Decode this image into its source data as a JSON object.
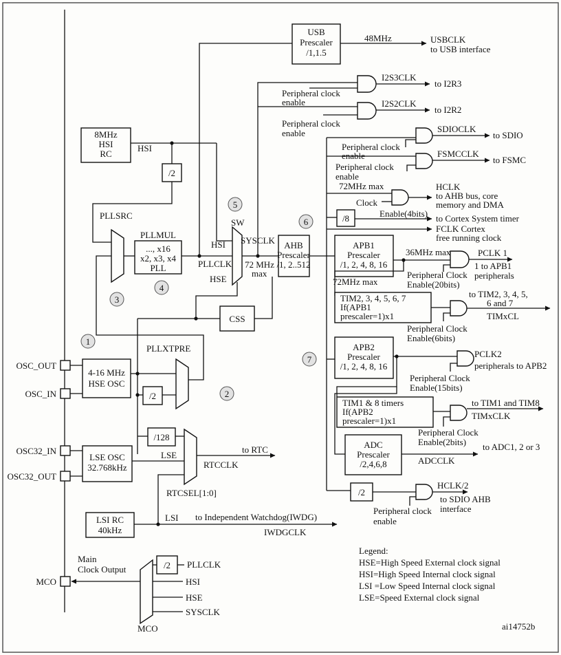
{
  "usb": {
    "line1": "USB",
    "line2": "Prescaler",
    "line3": "/1,1.5",
    "freq": "48MHz",
    "out1": "USBCLK",
    "out2": "to USB interface"
  },
  "i2s3": {
    "clk": "I2S3CLK",
    "to": "to I2R3",
    "en1": "Peripheral clock",
    "en2": "enable"
  },
  "i2s2": {
    "clk": "I2S2CLK",
    "to": "to I2R2",
    "en1": "Peripheral clock",
    "en2": "enable"
  },
  "sdio": {
    "clk": "SDIOCLK",
    "to": "to SDIO",
    "en1": "Peripheral clock",
    "en2": "enable"
  },
  "fsmc": {
    "clk": "FSMCCLK",
    "to": "to FSMC",
    "en1": "Peripheral clock",
    "en2": "enable"
  },
  "hclk": {
    "max": "72MHz max",
    "name": "HCLK",
    "d1": "to AHB bus, core",
    "d2": "memory and DMA",
    "clock": "Clock",
    "enable": "Enable(4bits)"
  },
  "systick": {
    "div": "/8",
    "to": "to Cortex System timer"
  },
  "fclk": {
    "l1": "FCLK Cortex",
    "l2": "free running clock"
  },
  "hsi_rc": {
    "l1": "8MHz",
    "l2": "HSI",
    "l3": "RC",
    "sig": "HSI"
  },
  "div2_hsi": "/2",
  "pllsrc": "PLLSRC",
  "pllmul": {
    "title": "PLLMUL",
    "l1": "..., x16",
    "l2": "x2, x3, x4",
    "l3": "PLL"
  },
  "sw": {
    "label": "SW",
    "hsi": "HSI",
    "hse": "HSE",
    "pllclk": "PLLCLK"
  },
  "sysclk": {
    "name": "SYSCLK",
    "max1": "72 MHz",
    "max2": "max"
  },
  "ahb": {
    "l1": "AHB",
    "l2": "Prescaler",
    "l3": "/1, 2..512"
  },
  "apb1": {
    "l1": "APB1",
    "l2": "Prescaler",
    "l3": "/1, 2, 4, 8, 16",
    "max": "36MHz max",
    "pclk": "PCLK 1",
    "to1": "1 to APB1",
    "to2": "peripherals",
    "en1": "Peripheral Clock",
    "en2": "Enable(20bits)"
  },
  "tim27": {
    "max": "72MHz max",
    "l1": "TIM2, 3, 4, 5, 6, 7",
    "l2": "If(APB1",
    "l3": "prescaler=1)x1",
    "o1": "to TIM2, 3, 4, 5,",
    "o2": "6 and 7",
    "o3": "TIMxCL",
    "en1": "Peripheral Clock",
    "en2": "Enable(6bits)"
  },
  "apb2": {
    "l1": "APB2",
    "l2": "Prescaler",
    "l3": "/1, 2, 4, 8, 16",
    "pclk": "PCLK2",
    "to": "peripherals to APB2",
    "en1": "Peripheral Clock",
    "en2": "Enable(15bits)"
  },
  "tim18": {
    "l1": "TIM1 & 8 timers",
    "l2": "If(APB2",
    "l3": "prescaler=1)x1",
    "o1": "to TIM1 and TIM8",
    "o2": "TIMxCLK",
    "en1": "Peripheral Clock",
    "en2": "Enable(2bits)"
  },
  "adc": {
    "l1": "ADC",
    "l2": "Prescaler",
    "l3": "/2,4,6,8",
    "to": "to ADC1, 2 or 3",
    "clk": "ADCCLK"
  },
  "sdio_ahb": {
    "div": "/2",
    "clk": "HCLK/2",
    "to1": "to SDIO AHB",
    "to2": "interface",
    "en1": "Peripheral clock",
    "en2": "enable"
  },
  "css": "CSS",
  "hse_osc": {
    "l1": "4-16 MHz",
    "l2": "HSE OSC"
  },
  "pins": {
    "osc_out": "OSC_OUT",
    "osc_in": "OSC_IN",
    "osc32_in": "OSC32_IN",
    "osc32_out": "OSC32_OUT",
    "mco": "MCO"
  },
  "pllxtpre": "PLLXTPRE",
  "div2_hse": "/2",
  "div128": "/128",
  "lse_osc": {
    "l1": "LSE OSC",
    "l2": "32.768kHz",
    "sig": "LSE"
  },
  "rtc": {
    "to": "to RTC",
    "clk": "RTCCLK",
    "sel": "RTCSEL[1:0]"
  },
  "lsi": {
    "l1": "LSI RC",
    "l2": "40kHz",
    "sig": "LSI",
    "to": "to Independent Watchdog(IWDG)",
    "clk": "IWDGCLK"
  },
  "mco": {
    "t1": "Main",
    "t2": "Clock Output",
    "div": "/2",
    "pllclk": "PLLCLK",
    "hsi": "HSI",
    "hse": "HSE",
    "sysclk": "SYSCLK",
    "mux": "MCO"
  },
  "legend": {
    "title": "Legend:",
    "hse": "HSE=High Speed External clock signal",
    "hsi": "HSI=High Speed Internal clock signal",
    "lsi": "LSI =Low Speed Internal clock signal",
    "lse": "LSE=Speed External clock signal"
  },
  "ref": "ai14752b",
  "markers": {
    "m1": "1",
    "m2": "2",
    "m3": "3",
    "m4": "4",
    "m5": "5",
    "m6": "6",
    "m7": "7"
  }
}
